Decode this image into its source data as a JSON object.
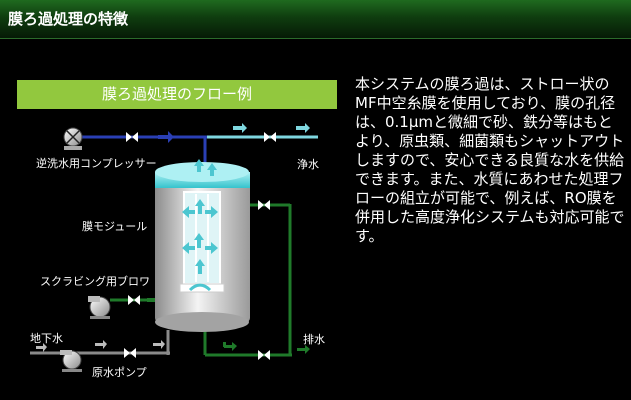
{
  "header": {
    "title": "膜ろ過処理の特徴"
  },
  "flow": {
    "title": "膜ろ過処理のフロー例",
    "labels": {
      "compressor": "逆洗水用コンプレッサー",
      "clean_water": "浄水",
      "membrane_module": "膜モジュール",
      "scrubbing_blower": "スクラビング用ブロワ",
      "groundwater": "地下水",
      "raw_water_pump": "原水ポンプ",
      "drain": "排水"
    }
  },
  "description": "本システムの膜ろ過は、ストロー状のMF中空糸膜を使用しており、膜の孔径は、0.1μmと微細で砂、鉄分等はもとより、原虫類、細菌類もシャットアウトしますので、安心できる良質な水を供給できます。また、水質にあわせた処理フローの組立が可能で、例えば、RO膜を併用した高度浄化システムも対応可能です。",
  "colors": {
    "header": "#1b5e1b",
    "banner": "#92c83e",
    "air_line": "#2a3fb5",
    "clean_water_line": "#7fd7e0",
    "drain_line": "#1f7a2a",
    "raw_water_line": "#8a8a8a",
    "tank_top": "#3fc7cf"
  }
}
